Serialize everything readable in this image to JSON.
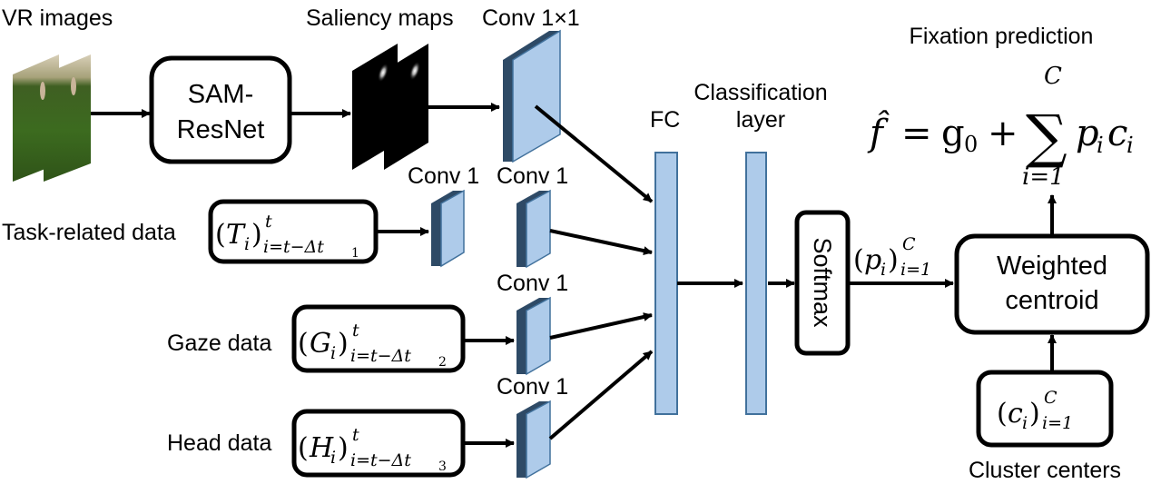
{
  "inputs": {
    "vr_images": {
      "label": "VR images"
    },
    "task": {
      "label": "Task-related data",
      "symbol": "T",
      "sub": "i",
      "lower": "i=t−Δt",
      "lower_idx": "1",
      "upper": "t"
    },
    "gaze": {
      "label": "Gaze data",
      "symbol": "G",
      "sub": "i",
      "lower": "i=t−Δt",
      "lower_idx": "2",
      "upper": "t"
    },
    "head": {
      "label": "Head data",
      "symbol": "H",
      "sub": "i",
      "lower": "i=t−Δt",
      "lower_idx": "3",
      "upper": "t"
    }
  },
  "blocks": {
    "sam_resnet": {
      "line1": "SAM-",
      "line2": "ResNet"
    },
    "saliency_maps": {
      "label": "Saliency maps"
    },
    "conv1x1": {
      "label": "Conv 1×1"
    },
    "conv_task_a": {
      "label": "Conv 1"
    },
    "conv_task_b": {
      "label": "Conv 1"
    },
    "conv_gaze": {
      "label": "Conv 1"
    },
    "conv_head": {
      "label": "Conv 1"
    },
    "fc": {
      "label": "FC"
    },
    "classification": {
      "line1": "Classification",
      "line2": "layer"
    },
    "softmax": {
      "label": "Softmax"
    },
    "softmax_output": {
      "symbol": "p",
      "sub": "i",
      "upper": "C",
      "lower": "i=1"
    },
    "weighted_centroid": {
      "line1": "Weighted",
      "line2": "centroid"
    },
    "cluster_centers": {
      "label": "Cluster centers",
      "symbol": "c",
      "sub": "i",
      "upper": "C",
      "lower": "i=1"
    }
  },
  "output": {
    "title": "Fixation prediction",
    "formula": {
      "lhs": "f̂",
      "eq": "=",
      "g": "g",
      "g_sub": "0",
      "plus": "+",
      "sigma": "∑",
      "sigma_upper": "C",
      "sigma_lower": "i=1",
      "term_p": "p",
      "term_c": "c",
      "term_sub": "i"
    }
  },
  "colors": {
    "layer_face": "#aecbea",
    "layer_side": "#2e4a66",
    "layer_border": "#41719c",
    "stroke": "#000000"
  }
}
